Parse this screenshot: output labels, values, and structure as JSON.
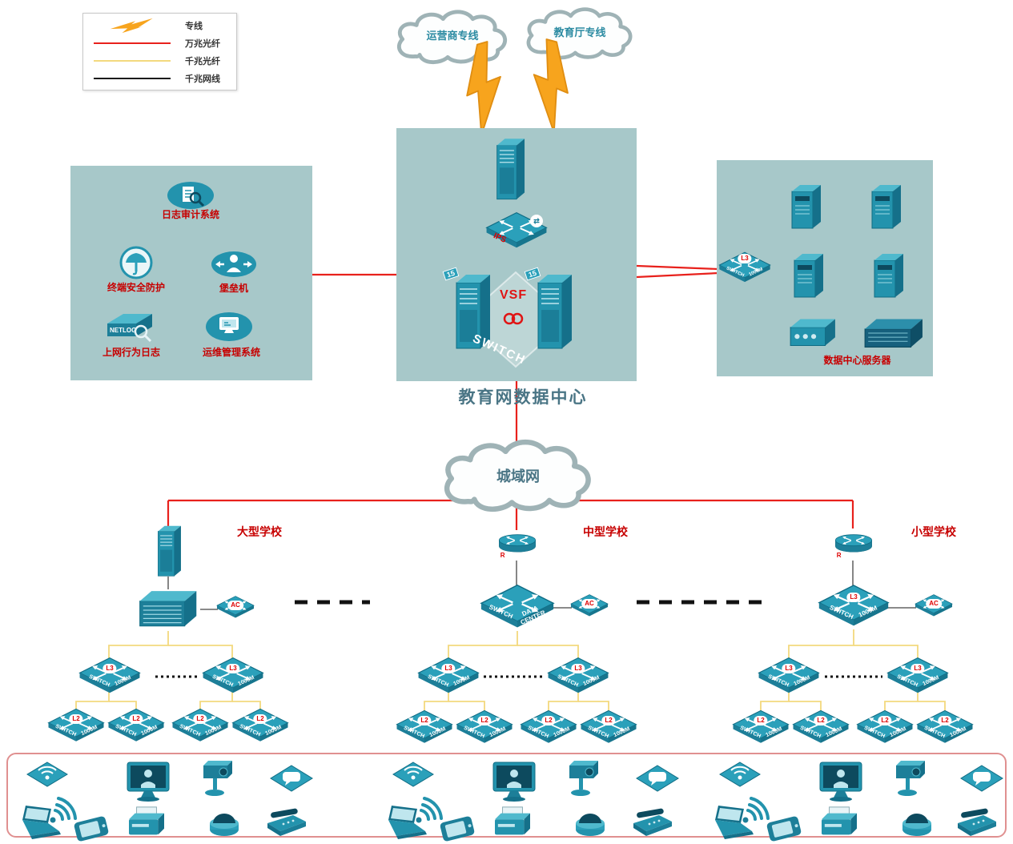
{
  "colors": {
    "panel_bg": "#a7c8c9",
    "device_teal": "#2ba0ba",
    "line_red": "#e8211c",
    "line_yellow": "#f3d97e",
    "line_black": "#1a1a1a",
    "bolt_orange": "#f7a41d",
    "label_red": "#c70000",
    "title_teal": "#4a7585"
  },
  "legend": {
    "items": [
      {
        "type": "lightning",
        "label": "专线"
      },
      {
        "type": "red-line",
        "label": "万兆光纤"
      },
      {
        "type": "yellow-line",
        "label": "千兆光纤"
      },
      {
        "type": "black-line",
        "label": "千兆网线"
      }
    ]
  },
  "clouds": {
    "carrier": "运营商专线",
    "education": "教育厅专线",
    "man": "城域网"
  },
  "data_center": {
    "title": "教育网数据中心",
    "vsf_label": "VSF",
    "ips_label": "IPS",
    "switch_label": "SWITCH",
    "server_badge": "15"
  },
  "security_box": {
    "log_audit": "日志审计系统",
    "terminal_security": "终端安全防护",
    "bastion": "堡垒机",
    "net_behavior_log": "上网行为日志",
    "ops_mgmt": "运维管理系统",
    "netlog_text": "NETLOG"
  },
  "server_box": {
    "title": "数据中心服务器"
  },
  "labels": {
    "switch": "SWITCH",
    "m1000": "1000M",
    "dc": "DATA CENTER",
    "l3": "L3",
    "l2": "L2",
    "ac": "AC",
    "r": "R"
  },
  "schools": {
    "large": "大型学校",
    "medium": "中型学校",
    "small": "小型学校"
  }
}
